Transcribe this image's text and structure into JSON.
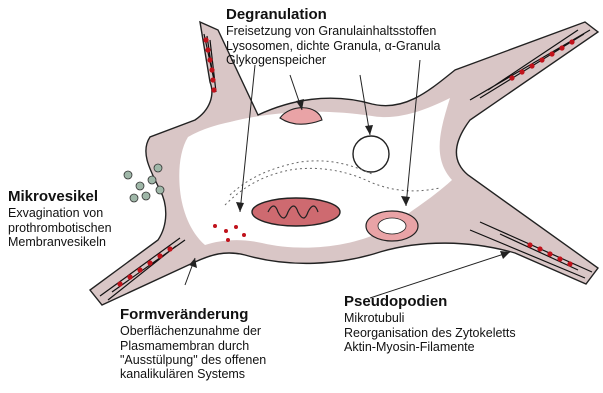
{
  "labels": {
    "degranulation": {
      "title": "Degranulation",
      "lines": [
        "Freisetzung von Granulainhaltsstoffen",
        "Lysosomen, dichte Granula, α-Granula",
        "Glykogenspeicher"
      ]
    },
    "mikrovesikel": {
      "title": "Mikrovesikel",
      "lines": [
        "Exvagination von",
        "prothrombotischen",
        "Membranvesikeln"
      ]
    },
    "formveraenderung": {
      "title": "Formveränderung",
      "lines": [
        "Oberflächenzunahme der",
        "Plasmamembran durch",
        "\"Ausstülpung\" des offenen",
        "kanalikulären Systems"
      ]
    },
    "pseudopodien": {
      "title": "Pseudopodien",
      "lines": [
        "Mikrotubuli",
        "Reorganisation des Zytokeletts",
        "Aktin-Myosin-Filamente"
      ]
    }
  },
  "colors": {
    "membrane": "#d9c6c6",
    "outline": "#222222",
    "granule": "#c0121b",
    "alpha_granule": "#e9a3a6",
    "filament": "#111111",
    "vesicle": "#9fb7a8",
    "mitochondrion_fill": "#ce6a70"
  }
}
